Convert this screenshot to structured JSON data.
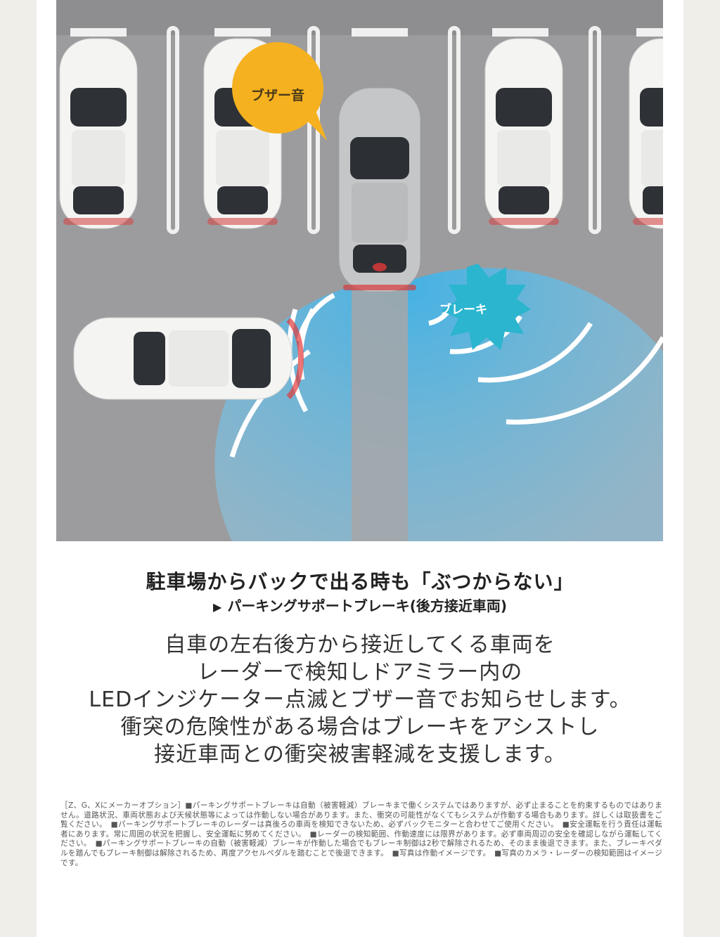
{
  "illustration": {
    "buzzer_label": "ブザー音",
    "brake_label": "ブレーキ",
    "colors": {
      "asphalt": "#9c9c9e",
      "radar": "#4fb8e6",
      "buzzer": "#f5b11f",
      "brake": "#2bb5cf"
    }
  },
  "heading": "駐車場からバックで出る時も「ぶつからない」",
  "subheading": {
    "marker": "▶",
    "text": "パーキングサポートブレーキ(後方接近車両)"
  },
  "body_lines": [
    "自車の左右後方から接近してくる車両を",
    "レーダーで検知しドアミラー内の",
    "LEDインジケーター点滅とブザー音でお知らせします。",
    "衝突の危険性がある場合はブレーキをアシストし",
    "接近車両との衝突被害軽減を支援します。"
  ],
  "notes": "［Z、G、Xにメーカーオプション］■パーキングサポートブレーキは自動（被害軽減）ブレーキまで働くシステムではありますが、必ず止まることを約束するものではありません。道路状況、車両状態および天候状態等によっては作動しない場合があります。また、衝突の可能性がなくてもシステムが作動する場合もあります。詳しくは取扱書をご覧ください。　■パーキングサポートブレーキのレーダーは真後ろの車両を検知できないため、必ずバックモニターと合わせてご使用ください。　■安全運転を行う責任は運転者にあります。常に周囲の状況を把握し、安全運転に努めてください。　■レーダーの検知範囲、作動速度には限界があります。必ず車両周辺の安全を確認しながら運転してください。　■パーキングサポートブレーキの自動（被害軽減）ブレーキが作動した場合でもブレーキ制御は2秒で解除されるため、そのまま後退できます。また、ブレーキペダルを踏んでもブレーキ制御は解除されるため、再度アクセルペダルを踏むことで後退できます。　■写真は作動イメージです。　■写真のカメラ・レーダーの検知範囲はイメージです。"
}
